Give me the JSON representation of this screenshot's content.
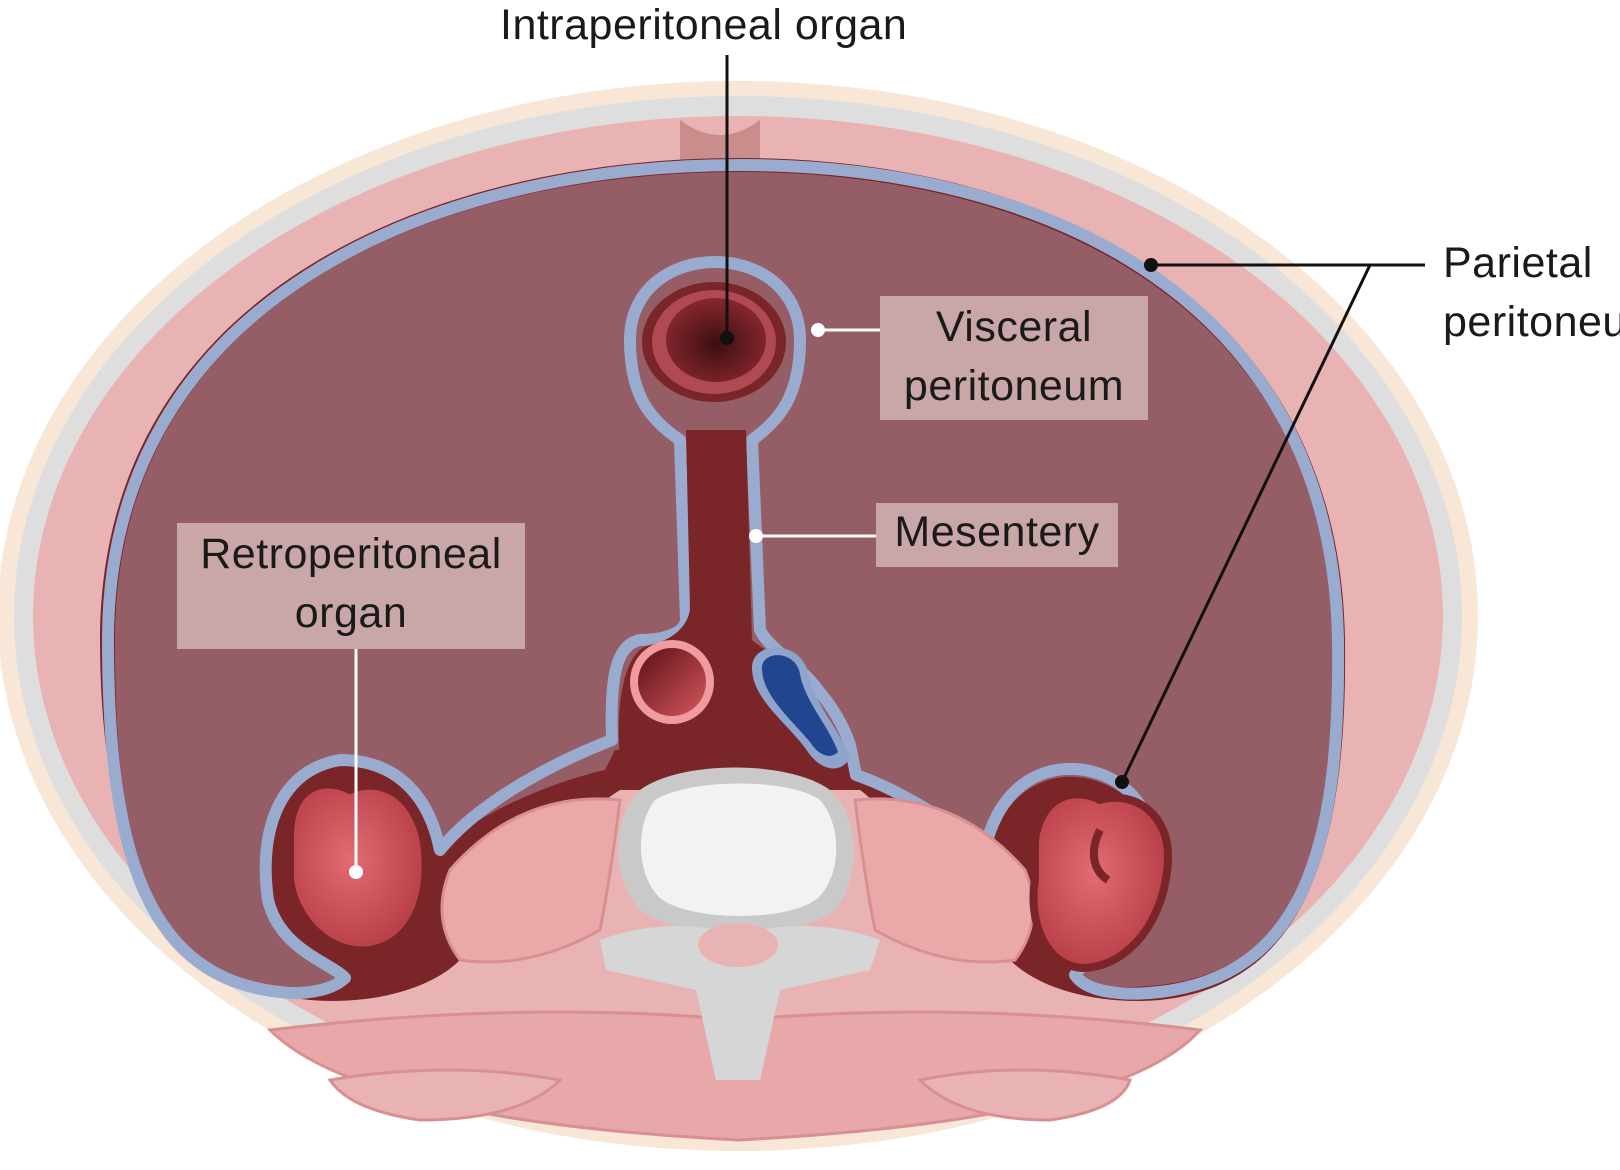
{
  "labels": {
    "intraperitoneal": "Intraperitoneal organ",
    "parietal_line1": "Parietal",
    "parietal_line2": "peritoneum",
    "visceral_line1": "Visceral",
    "visceral_line2": "peritoneum",
    "mesentery": "Mesentery",
    "retro_line1": "Retroperitoneal",
    "retro_line2": "organ"
  },
  "colors": {
    "skin": "#f8e6d6",
    "fascia": "#dcdcdc",
    "muscle": "#eab3b3",
    "cavity": "#955d65",
    "cavity_edge": "#7a2528",
    "peritoneum": "#99acd0",
    "kidney": "#c64a55",
    "vein": "#22458f",
    "bone": "#f2f2f2",
    "label_box": "#c9a7a9"
  }
}
